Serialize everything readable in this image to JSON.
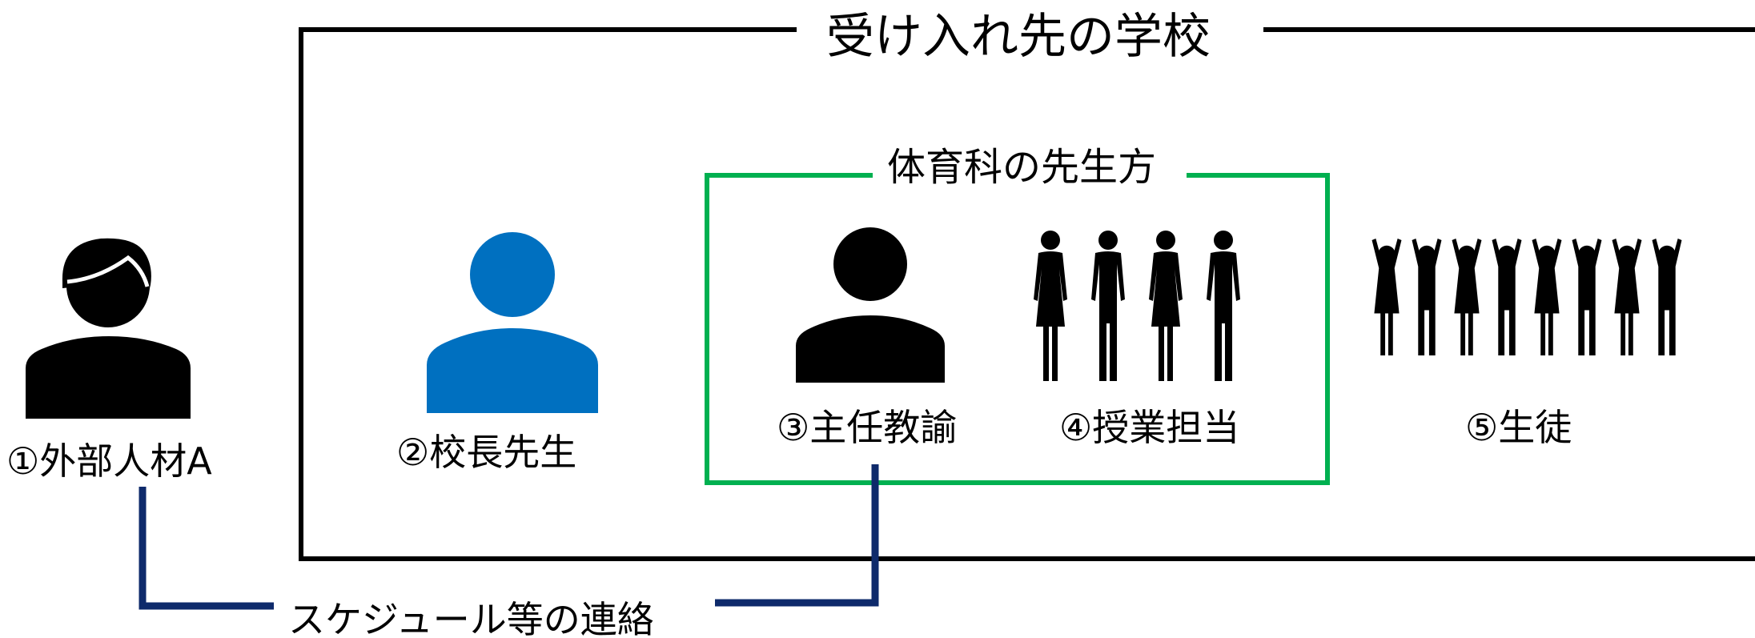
{
  "school_group": {
    "title": "受け入れ先の学校"
  },
  "pe_teachers_group": {
    "title": "体育科の先生方"
  },
  "roles": {
    "external_person": "①外部人材A",
    "principal": "②校長先生",
    "chief_teacher": "③主任教諭",
    "class_teachers": "④授業担当",
    "students": "⑤生徒"
  },
  "connection": {
    "label": "スケジュール等の連絡"
  },
  "colors": {
    "school_frame": "#000000",
    "pe_frame": "#00b050",
    "connector": "#0e2a6b",
    "principal_icon": "#0070c0",
    "person_icon": "#000000"
  },
  "icons": {
    "external_person": "man-icon",
    "principal": "person-icon",
    "chief_teacher": "person-icon",
    "class_teachers": "group-icon",
    "students": "crowd-cheering-icon"
  }
}
